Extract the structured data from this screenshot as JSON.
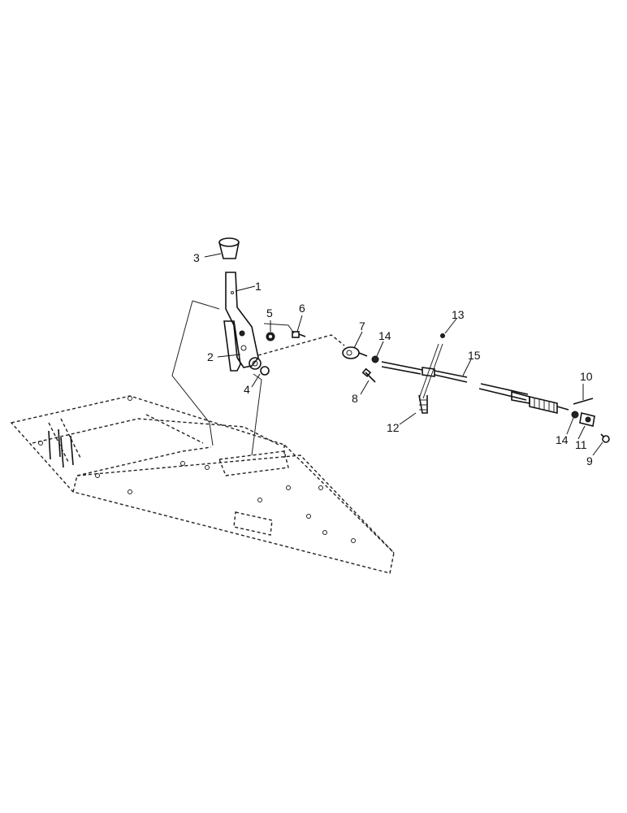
{
  "diagram": {
    "kind": "exploded parts diagram",
    "callouts": [
      "1",
      "2",
      "3",
      "4",
      "5",
      "6",
      "7",
      "8",
      "9",
      "10",
      "11",
      "12",
      "13",
      "14",
      "14",
      "15"
    ]
  }
}
